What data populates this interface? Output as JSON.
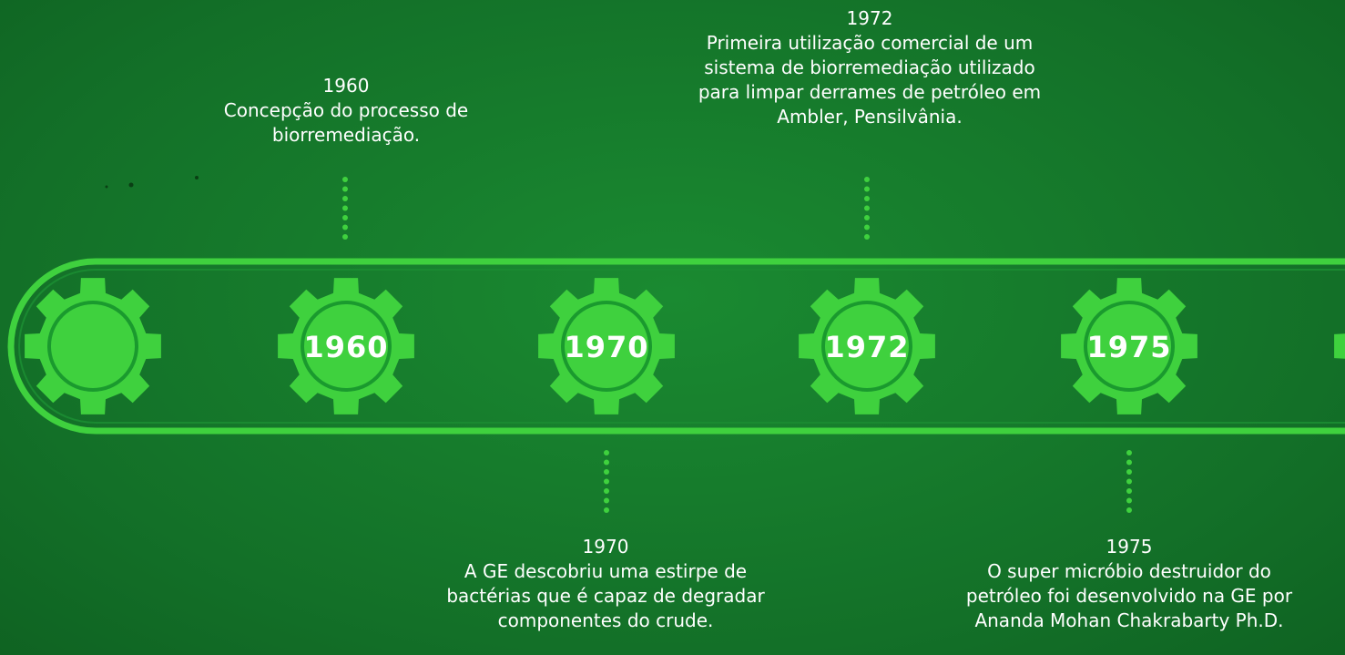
{
  "colors": {
    "background": "#167a2c",
    "track": "#3fd13e",
    "gear": "#3fd13e",
    "gear_inner": "#1a9a2e",
    "text": "#ffffff"
  },
  "gears": [
    {
      "label": ""
    },
    {
      "label": "1960"
    },
    {
      "label": "1970"
    },
    {
      "label": "1972"
    },
    {
      "label": "1975"
    },
    {
      "label": ""
    }
  ],
  "events": {
    "e1960": {
      "year": "1960",
      "description": "Concepção do processo de\nbiorremediação."
    },
    "e1972": {
      "year": "1972",
      "description": "Primeira utilização comercial de um\nsistema de biorremediação utilizado\npara limpar derrames de petróleo em\nAmbler, Pensilvânia."
    },
    "e1970": {
      "year": "1970",
      "description": "A GE descobriu uma estirpe de\nbactérias que é capaz de degradar\ncomponentes do crude."
    },
    "e1975": {
      "year": "1975",
      "description": "O super micróbio destruidor do\npetróleo foi desenvolvido na GE por\nAnanda Mohan Chakrabarty Ph.D."
    }
  }
}
